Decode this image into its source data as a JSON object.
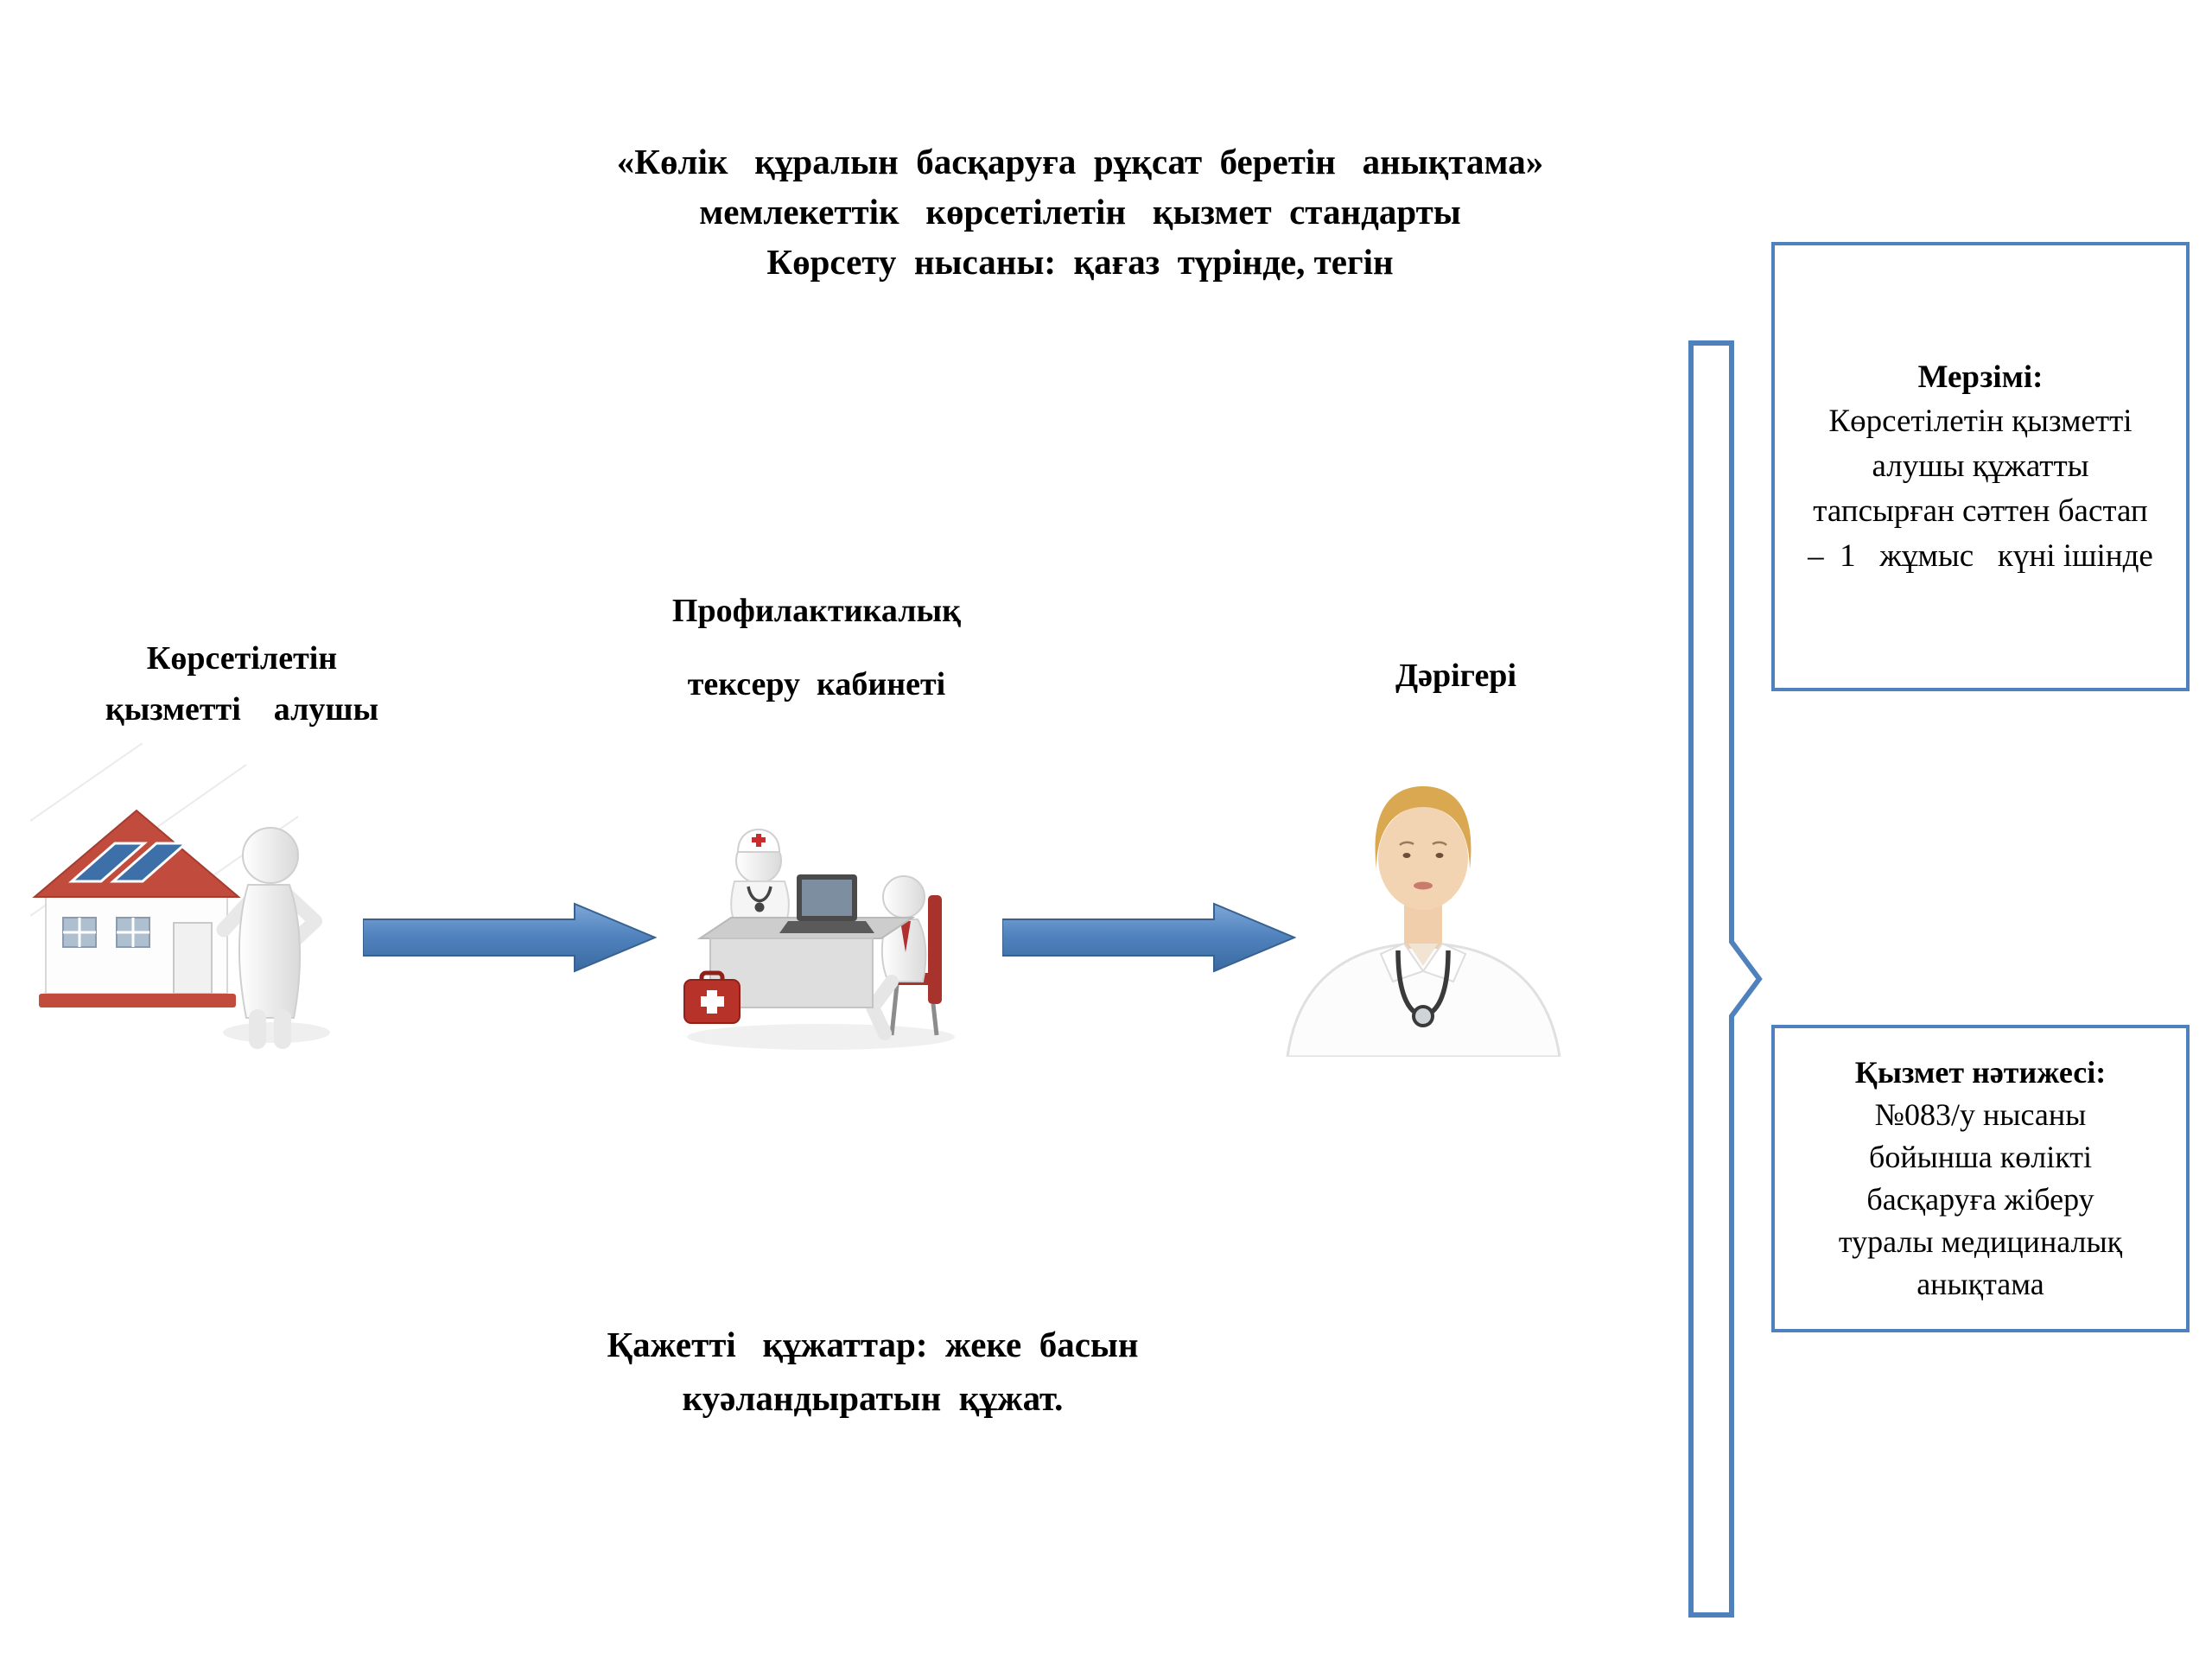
{
  "title": {
    "line1": "«Көлік   құралын  басқаруға  рұқсат  беретін   анықтама»",
    "line2": "мемлекеттік   көрсетілетін   қызмет  стандарты",
    "line3": "Көрсету  нысаны:  қағаз  түрінде, тегін"
  },
  "flow": {
    "steps": [
      {
        "line1": "Көрсетілетін",
        "line2": "қызметті    алушы",
        "icon": "house-with-person-icon"
      },
      {
        "line1": "Профилактикалық",
        "line2": "тексеру  кабинеті",
        "icon": "medical-checkup-office-icon"
      },
      {
        "line1": "Дәрігері",
        "line2": "",
        "icon": "female-doctor-icon"
      }
    ]
  },
  "term_box": {
    "heading": "Мерзімі:",
    "body": "Көрсетілетін қызметті\nалушы құжатты\nтапсырған сәттен бастап\n–  1   жұмыс   күні ішінде"
  },
  "result_box": {
    "heading": "Қызмет нәтижесі:",
    "body": "№083/у нысаны\nбойынша көлікті\nбасқаруға жіберу\nтуралы медициналық\nанықтама"
  },
  "required_docs": {
    "text": "Қажетті   құжаттар:  жеке  басын\nкуәландыратын  құжат."
  },
  "colors": {
    "accent_blue": "#4f81bd",
    "arrow_border": "#38618f",
    "roof_red": "#c14b3c",
    "text": "#000000"
  }
}
